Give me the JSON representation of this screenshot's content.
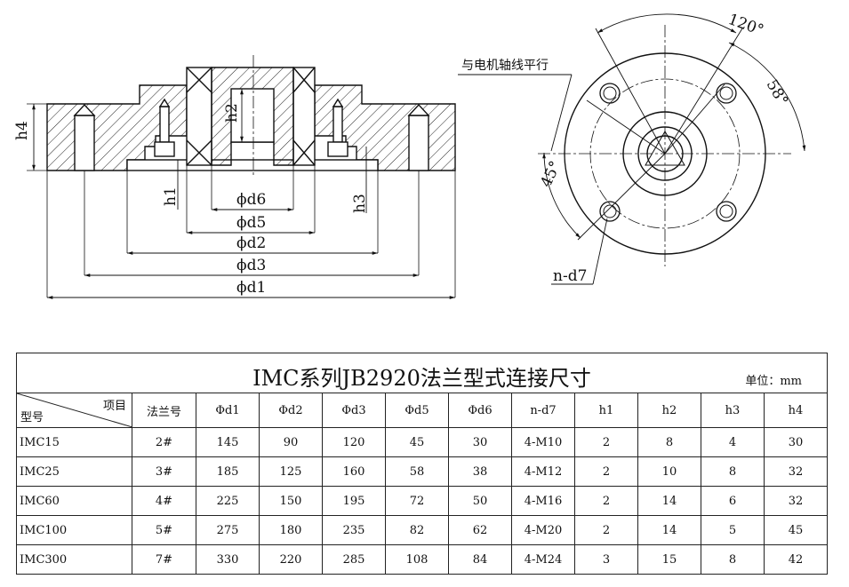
{
  "drawing": {
    "left_labels": {
      "h4": "h4",
      "h2": "h2",
      "h1": "h1",
      "h3": "h3",
      "d6": "ϕd6",
      "d5": "ϕd5",
      "d2": "ϕd2",
      "d3": "ϕd3",
      "d1": "ϕd1"
    },
    "right_labels": {
      "angle120": "120°",
      "angle58": "58°",
      "angle45": "45°",
      "parallel_note": "与电机轴线平行",
      "holes": "n-d7"
    }
  },
  "table": {
    "title": "IMC系列JB2920法兰型式连接尺寸",
    "unit": "单位：mm",
    "corner_top": "项目",
    "corner_bottom": "型号",
    "headers": [
      "法兰号",
      "Φd1",
      "Φd2",
      "Φd3",
      "Φd5",
      "Φd6",
      "n-d7",
      "h1",
      "h2",
      "h3",
      "h4"
    ],
    "rows": [
      [
        "IMC15",
        "2#",
        "145",
        "90",
        "120",
        "45",
        "30",
        "4-M10",
        "2",
        "8",
        "4",
        "30"
      ],
      [
        "IMC25",
        "3#",
        "185",
        "125",
        "160",
        "58",
        "38",
        "4-M12",
        "2",
        "10",
        "8",
        "32"
      ],
      [
        "IMC60",
        "4#",
        "225",
        "150",
        "195",
        "72",
        "50",
        "4-M16",
        "2",
        "14",
        "6",
        "32"
      ],
      [
        "IMC100",
        "5#",
        "275",
        "180",
        "235",
        "82",
        "62",
        "4-M20",
        "2",
        "14",
        "5",
        "45"
      ],
      [
        "IMC300",
        "7#",
        "330",
        "220",
        "285",
        "108",
        "84",
        "4-M24",
        "3",
        "15",
        "8",
        "42"
      ]
    ]
  }
}
